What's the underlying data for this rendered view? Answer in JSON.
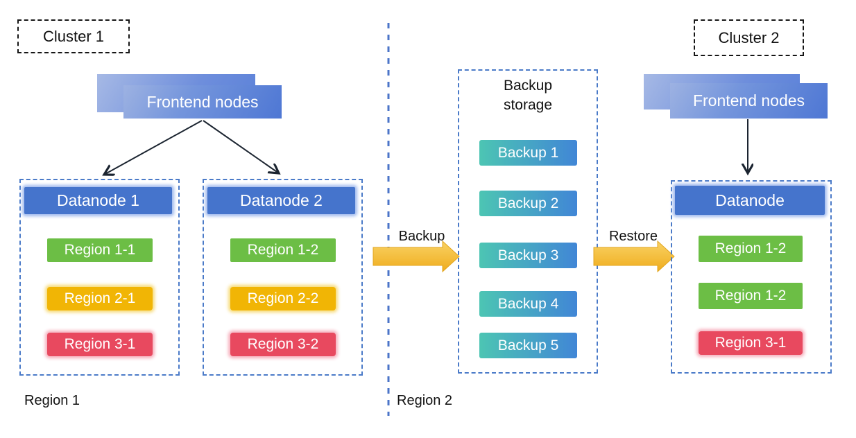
{
  "colors": {
    "node-blue": "#4574CC",
    "frontend-light": "#a6b9e5",
    "frontend-dark": "#4e77d4",
    "green": "#6CBE45",
    "yellow": "#F1B505",
    "red": "#E8495F",
    "teal": "#4CC5B3",
    "backup-blue": "#4186D6",
    "dashed-blue": "#4A7AC8"
  },
  "cluster1": {
    "label": "Cluster 1"
  },
  "cluster2": {
    "label": "Cluster 2"
  },
  "frontend_left": {
    "label": "Frontend nodes"
  },
  "frontend_right": {
    "label": "Frontend nodes"
  },
  "datanode1": {
    "title": "Datanode 1",
    "regions": [
      {
        "label": "Region 1-1",
        "color": "#6CBE45"
      },
      {
        "label": "Region 2-1",
        "color": "#F1B505"
      },
      {
        "label": "Region 3-1",
        "color": "#E8495F"
      }
    ]
  },
  "datanode2": {
    "title": "Datanode 2",
    "regions": [
      {
        "label": "Region 1-2",
        "color": "#6CBE45"
      },
      {
        "label": "Region 2-2",
        "color": "#F1B505"
      },
      {
        "label": "Region 3-2",
        "color": "#E8495F"
      }
    ]
  },
  "datanode_right": {
    "title": "Datanode",
    "regions": [
      {
        "label": "Region 1-2",
        "color": "#6CBE45"
      },
      {
        "label": "Region 1-2",
        "color": "#6CBE45"
      },
      {
        "label": "Region 3-1",
        "color": "#E8495F"
      }
    ]
  },
  "backup_storage": {
    "title_line1": "Backup",
    "title_line2": "storage",
    "items": [
      {
        "label": "Backup 1"
      },
      {
        "label": "Backup 2"
      },
      {
        "label": "Backup 3"
      },
      {
        "label": "Backup 4"
      },
      {
        "label": "Backup 5"
      }
    ]
  },
  "flow": {
    "backup_label": "Backup",
    "restore_label": "Restore"
  },
  "footer": {
    "region1_label": "Region 1",
    "region2_label": "Region 2"
  }
}
